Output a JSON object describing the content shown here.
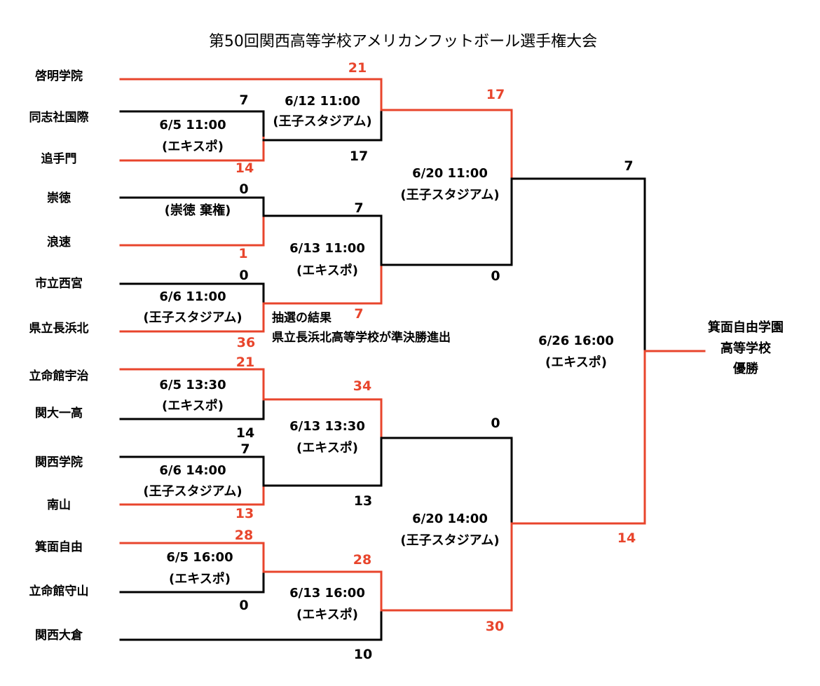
{
  "title": "第50回関西高等学校アメリカンフットボール選手権大会",
  "colors": {
    "winner": "#e8452c",
    "line": "#000000"
  },
  "teams": [
    "啓明学院",
    "同志社国際",
    "追手門",
    "崇徳",
    "浪速",
    "市立西宮",
    "県立長浜北",
    "立命館宇治",
    "関大一高",
    "関西学院",
    "南山",
    "箕面自由",
    "立命館守山",
    "関西大倉"
  ],
  "rounds": {
    "r1": [
      {
        "date": "6/5  11:00",
        "venue": "(エキスポ)",
        "top_score": "7",
        "bottom_score": "14"
      },
      {
        "date": "",
        "venue": "(崇徳 棄権)",
        "top_score": "0",
        "bottom_score": "1"
      },
      {
        "date": "6/6  11:00",
        "venue": "(王子スタジアム)",
        "top_score": "0",
        "bottom_score": "36"
      },
      {
        "date": "6/5  13:30",
        "venue": "(エキスポ)",
        "top_score": "21",
        "bottom_score": "14"
      },
      {
        "date": "6/6  14:00",
        "venue": "(王子スタジアム)",
        "top_score": "7",
        "bottom_score": "13"
      },
      {
        "date": "6/5  16:00",
        "venue": "(エキスポ)",
        "top_score": "28",
        "bottom_score": "0"
      }
    ],
    "qf": [
      {
        "date": "6/12  11:00",
        "venue": "(王子スタジアム)",
        "top_score": "21",
        "bottom_score": "17"
      },
      {
        "date": "6/13  11:00",
        "venue": "(エキスポ)",
        "top_score": "7",
        "bottom_score": "7"
      },
      {
        "date": "6/13  13:30",
        "venue": "(エキスポ)",
        "top_score": "34",
        "bottom_score": "13"
      },
      {
        "date": "6/13  16:00",
        "venue": "(エキスポ)",
        "top_score": "28",
        "bottom_score": "10"
      }
    ],
    "sf": [
      {
        "date": "6/20  11:00",
        "venue": "(王子スタジアム)",
        "top_score": "17",
        "bottom_score": "0"
      },
      {
        "date": "6/20  14:00",
        "venue": "(王子スタジアム)",
        "top_score": "0",
        "bottom_score": "30"
      }
    ],
    "final": {
      "date": "6/26  16:00",
      "venue": "(エキスポ)",
      "top_score": "7",
      "bottom_score": "14"
    }
  },
  "note": {
    "line1": "抽選の結果",
    "line2": "県立長浜北高等学校が準決勝進出"
  },
  "champion": {
    "line1": "箕面自由学園",
    "line2": "高等学校",
    "line3": "優勝"
  }
}
